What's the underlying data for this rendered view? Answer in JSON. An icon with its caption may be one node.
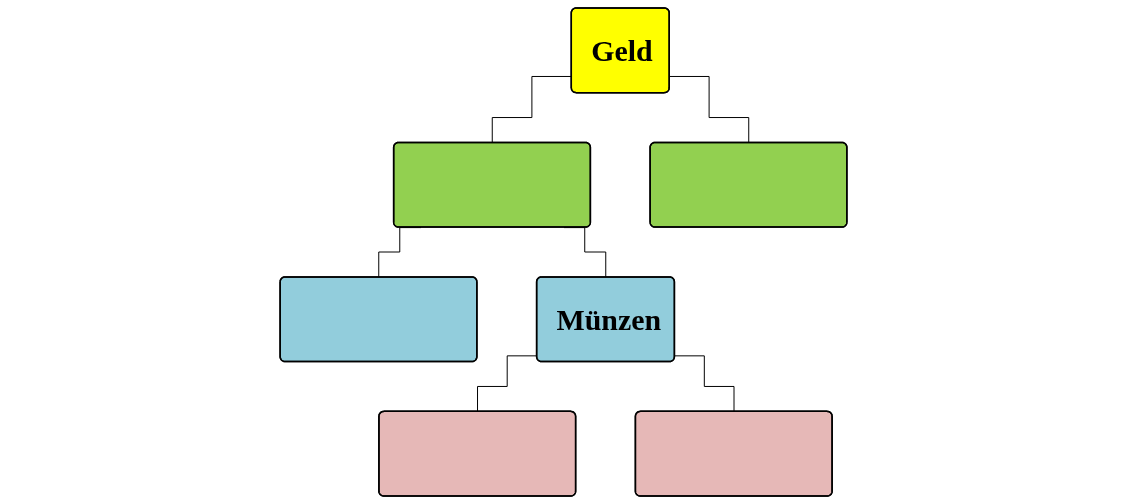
{
  "diagram": {
    "nodes": [
      {
        "text": [
          "Geld"
        ]
      },
      {
        "text": [],
        "shape": "box"
      },
      {
        "text": [],
        "shape": "box"
      },
      {
        "text": [],
        "shape": "box"
      },
      {
        "text": [
          "Münzen"
        ]
      },
      {
        "text": [],
        "shape": "box"
      },
      {
        "text": [],
        "shape": "box"
      }
    ],
    "edges": [
      {
        "from": 0,
        "to": 1,
        "arrow": "none"
      },
      {
        "from": 0,
        "to": 2,
        "arrow": "none"
      },
      {
        "from": 1,
        "to": 3,
        "arrow": "none"
      },
      {
        "from": 1,
        "to": 4,
        "arrow": "none"
      },
      {
        "from": 4,
        "to": 5,
        "arrow": "none"
      },
      {
        "from": 4,
        "to": 6,
        "arrow": "none"
      }
    ]
  }
}
